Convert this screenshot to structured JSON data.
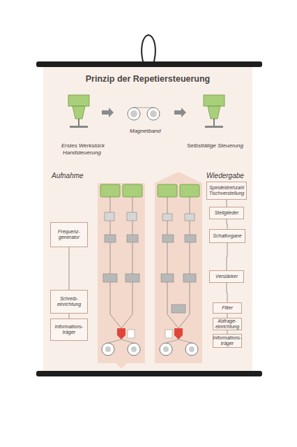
{
  "diagram": {
    "title": "Prinzip der Repetiersteuerung",
    "nodes": [
      {
        "text": [
          "Frequenz- generator"
        ]
      },
      {
        "text": [
          "Schreib- einrichtung"
        ]
      },
      {
        "text": [
          "Informations- träger"
        ]
      },
      {
        "text": [
          "Spindeldrehzahl Tischverstellung"
        ]
      },
      {
        "text": [
          "Stellglieder"
        ]
      },
      {
        "text": [
          "Schaltorgane"
        ]
      },
      {
        "text": [
          "Verstärker"
        ]
      },
      {
        "text": [
          "Filter"
        ]
      },
      {
        "text": [
          "Abfrage- einrichtung"
        ]
      },
      {
        "text": [
          "Informations- träger"
        ]
      }
    ],
    "edges": [
      {
        "from": 0,
        "to": 1,
        "arrow": "none"
      },
      {
        "from": 1,
        "to": 2,
        "arrow": "none"
      },
      {
        "from": 3,
        "to": 4,
        "arrow": "none"
      },
      {
        "from": 4,
        "to": 5,
        "arrow": "none"
      },
      {
        "from": 5,
        "to": 6,
        "arrow": "none"
      },
      {
        "from": 6,
        "to": 7,
        "arrow": "none"
      },
      {
        "from": 7,
        "to": 8,
        "arrow": "none"
      },
      {
        "from": 8,
        "to": 9,
        "arrow": "none"
      }
    ],
    "labels": [
      "Erstes Werkstück",
      "Handsteuerung",
      "Magnetband",
      "Selbsttätige Steuerung",
      "Aufnahme",
      "Wiedergabe"
    ]
  }
}
